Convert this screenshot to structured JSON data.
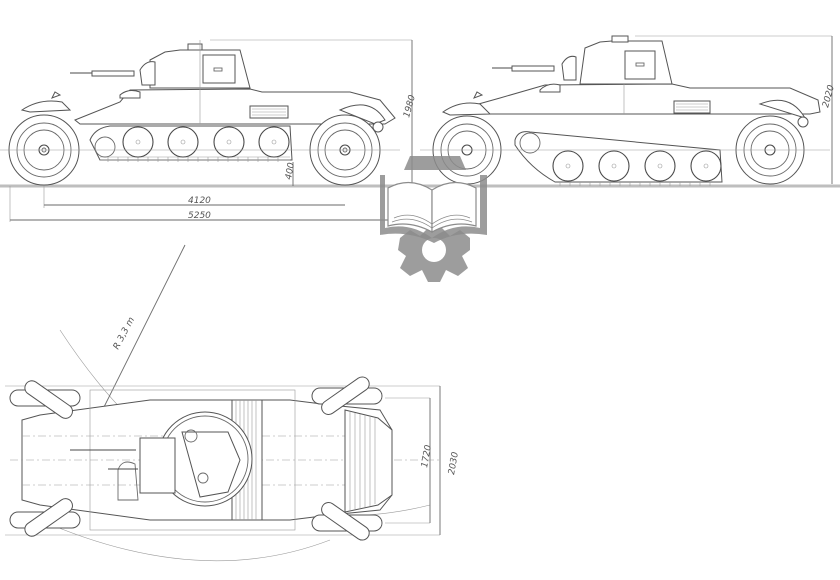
{
  "drawing": {
    "subject": "Wheel-cum-track armored vehicle technical drawing",
    "views": [
      {
        "id": "side-view-wheels-down",
        "label": "Side elevation (wheeled mode)"
      },
      {
        "id": "side-view-tracks-down",
        "label": "Side elevation (tracked mode)"
      },
      {
        "id": "top-view",
        "label": "Plan view"
      }
    ],
    "dimensions": {
      "left_side": {
        "wheelbase": "4120",
        "overall_length": "5250",
        "height": "1980",
        "ground_clearance": "400"
      },
      "right_side": {
        "height": "2020"
      },
      "top_view": {
        "track_width": "1720",
        "overall_width": "2030",
        "turning_radius": "R 3,3 m"
      }
    },
    "watermark": {
      "icon": "open-book-gear-logo",
      "color": "#8c8c8c"
    },
    "colors": {
      "line": "#555555",
      "background": "#ffffff"
    }
  }
}
